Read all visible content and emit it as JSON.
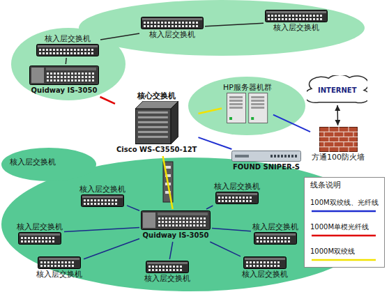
{
  "diagram": {
    "nodes": [
      {
        "text": [
          "核入层交换机"
        ]
      },
      {
        "text": [
          "核入层交换机"
        ]
      },
      {
        "text": [
          "核入层交换机"
        ]
      },
      {
        "text": [
          "Quidway IS-3050"
        ]
      },
      {
        "text": [
          "HP服务器机群"
        ]
      },
      {
        "text": [
          "INTERNET"
        ]
      },
      {
        "text": [
          "核心交换机",
          "Cisco WS-C3550-12T"
        ]
      },
      {
        "text": [
          "方通100防火墙"
        ]
      },
      {
        "text": [
          "FOUND SNIPER-S"
        ]
      },
      {
        "text": [
          "核入层交换机"
        ]
      },
      {
        "text": [
          "核入层交换机"
        ]
      },
      {
        "text": [
          "核入层交换机"
        ]
      },
      {
        "text": [
          "Quidway IS-3050"
        ]
      },
      {
        "text": [
          "核入层交换机"
        ]
      },
      {
        "text": [
          "核入层交换机"
        ]
      },
      {
        "text": [
          "核入层交换机"
        ]
      },
      {
        "text": [
          "核入层交换机"
        ]
      }
    ],
    "edges": [
      {
        "from": 0,
        "to": 1,
        "arrow": "none"
      },
      {
        "from": 1,
        "to": 2,
        "arrow": "none"
      },
      {
        "from": 0,
        "to": 3,
        "arrow": "none"
      },
      {
        "from": 3,
        "to": 6,
        "arrow": "none"
      },
      {
        "from": 6,
        "to": 4,
        "arrow": "none"
      },
      {
        "from": 4,
        "to": 7,
        "arrow": "none"
      },
      {
        "from": 7,
        "to": 5,
        "arrow": "both"
      },
      {
        "from": 6,
        "to": 8,
        "arrow": "none"
      },
      {
        "from": 6,
        "to": 12,
        "arrow": "none"
      },
      {
        "from": 12,
        "to": 9,
        "arrow": "none"
      },
      {
        "from": 12,
        "to": 10,
        "arrow": "none"
      },
      {
        "from": 12,
        "to": 11,
        "arrow": "none"
      },
      {
        "from": 12,
        "to": 13,
        "arrow": "none"
      },
      {
        "from": 12,
        "to": 14,
        "arrow": "none"
      },
      {
        "from": 12,
        "to": 15,
        "arrow": "none"
      },
      {
        "from": 12,
        "to": 16,
        "arrow": "none"
      }
    ],
    "labels": [
      "核入层交换机",
      "线条说明"
    ],
    "legend": [
      {
        "text": "100M双绞线、光纤线"
      },
      {
        "text": "1000M单模光纤线"
      },
      {
        "text": "1000M双绞线"
      }
    ]
  }
}
